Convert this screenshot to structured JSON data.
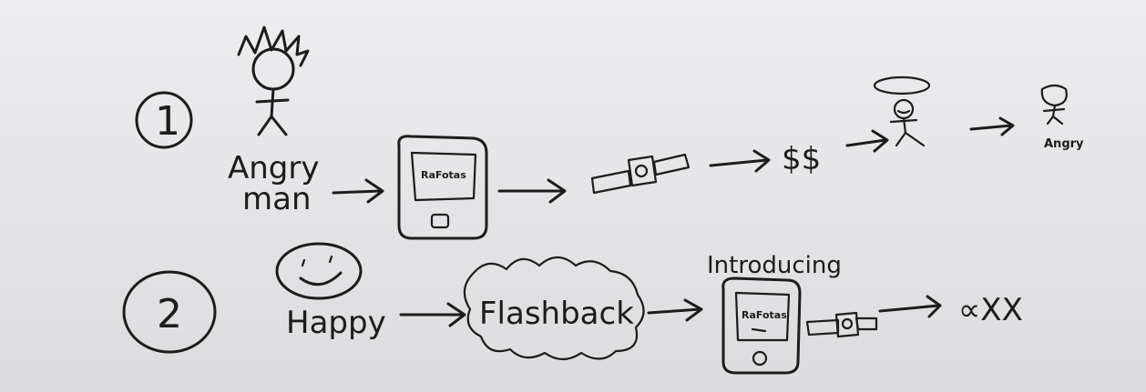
{
  "labels": {
    "row1_number": "1",
    "row2_number": "2",
    "angry_line1": "Angry",
    "angry_line2": "man",
    "phone1_screen": "RaFotas",
    "money": "$$",
    "angry_small": "Angry",
    "happy": "Happy",
    "flashback": "Flashback",
    "introducing": "Introducing",
    "phone2_screen": "RaFotas",
    "ending": "∝XX"
  }
}
